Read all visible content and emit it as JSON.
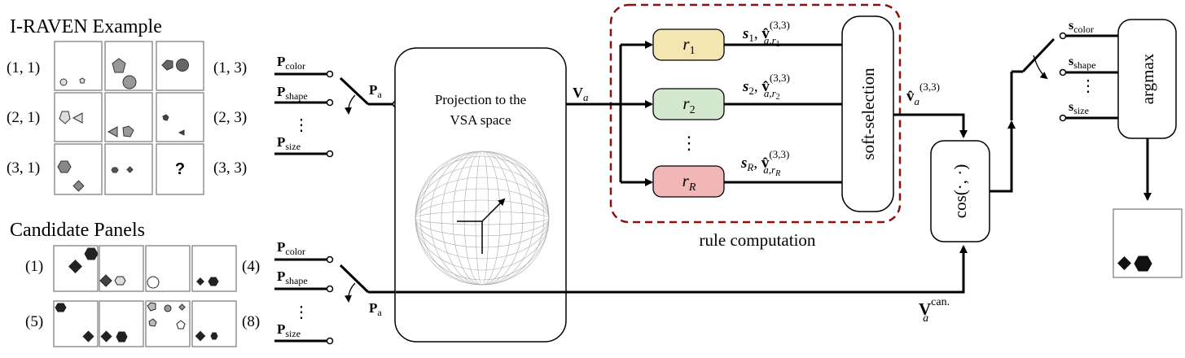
{
  "iraven": {
    "title": "I-RAVEN Example",
    "row_labels": [
      "(1, 1)",
      "(2, 1)",
      "(3, 1)"
    ],
    "right_labels": [
      "(1, 3)",
      "(2, 3)",
      "(3, 3)"
    ],
    "question_mark": "?"
  },
  "candidates": {
    "title": "Candidate Panels",
    "left_labels": [
      "(1)",
      "(5)"
    ],
    "right_labels": [
      "(4)",
      "(8)"
    ]
  },
  "switch_top": {
    "inputs": [
      {
        "bold": "P",
        "sub": "color"
      },
      {
        "bold": "P",
        "sub": "shape"
      },
      {
        "bold": "P",
        "sub": "size"
      }
    ],
    "dots": "⋮",
    "output": {
      "bold": "P",
      "sub": "a"
    }
  },
  "switch_bottom": {
    "inputs": [
      {
        "bold": "P",
        "sub": "color"
      },
      {
        "bold": "P",
        "sub": "shape"
      },
      {
        "bold": "P",
        "sub": "size"
      }
    ],
    "dots": "⋮",
    "output": {
      "bold": "P",
      "sub": "a"
    }
  },
  "projection": {
    "line1": "Projection to the",
    "line2": "VSA space"
  },
  "va_label": {
    "bold": "V",
    "sub": "a"
  },
  "rules": {
    "items": [
      {
        "name": "r",
        "sub": "1",
        "color": "#f3e6b0"
      },
      {
        "name": "r",
        "sub": "2",
        "color": "#d4e8cf"
      },
      {
        "name": "r",
        "sub": "R",
        "color": "#f1b7b7"
      }
    ],
    "dots": "⋮",
    "outputs": [
      {
        "s": "s",
        "s_sub": "1",
        "v": "v̂",
        "sup": "(3,3)",
        "sub": "a,r",
        "sub_sub": "1"
      },
      {
        "s": "s",
        "s_sub": "2",
        "v": "v̂",
        "sup": "(3,3)",
        "sub": "a,r",
        "sub_sub": "2"
      },
      {
        "s": "s",
        "s_sub": "R",
        "v": "v̂",
        "sup": "(3,3)",
        "sub": "a,r",
        "sub_sub": "R"
      }
    ],
    "soft_selection": "soft-selection",
    "caption": "rule computation",
    "border_color": "#8b1010"
  },
  "vhat_label": {
    "v": "v̂",
    "sub": "a",
    "sup": "(3,3)"
  },
  "cos_label": "cos(·, ·)",
  "vcan_label": {
    "bold": "V",
    "sub": "a",
    "sup": "can."
  },
  "argmax": {
    "inputs": [
      {
        "bold": "s",
        "sub": "color"
      },
      {
        "bold": "s",
        "sub": "shape"
      },
      {
        "bold": "s",
        "sub": "size"
      }
    ],
    "dots": "⋮",
    "label": "argmax"
  }
}
